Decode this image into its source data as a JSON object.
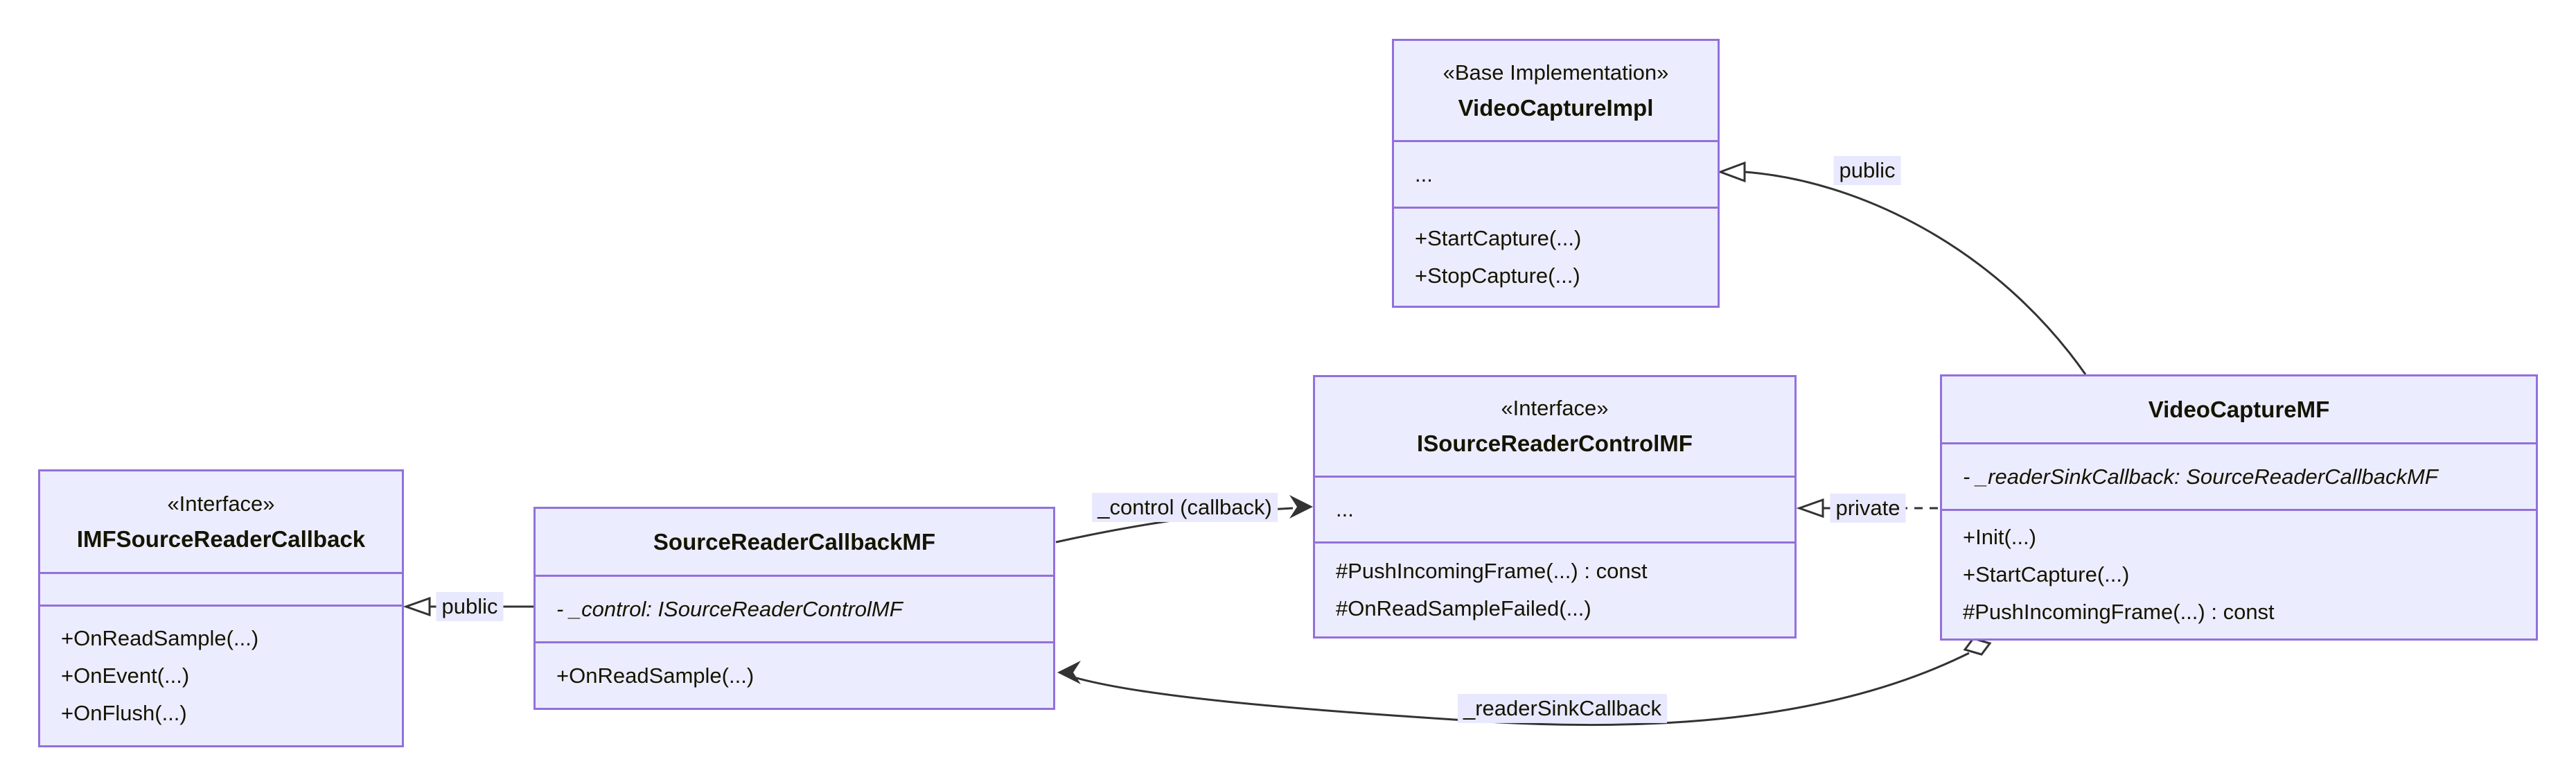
{
  "diagram": {
    "type": "uml-class-diagram",
    "classes": [
      {
        "id": "VideoCaptureImpl",
        "stereotype": "«Base Implementation»",
        "name": "VideoCaptureImpl",
        "attributes": [
          "..."
        ],
        "methods": [
          "+StartCapture(...)",
          "+StopCapture(...)"
        ]
      },
      {
        "id": "ISourceReaderControlMF",
        "stereotype": "«Interface»",
        "name": "ISourceReaderControlMF",
        "attributes": [
          "..."
        ],
        "methods": [
          "#PushIncomingFrame(...) : const",
          "#OnReadSampleFailed(...)"
        ]
      },
      {
        "id": "VideoCaptureMF",
        "stereotype": "",
        "name": "VideoCaptureMF",
        "attributes": [
          "- _readerSinkCallback: SourceReaderCallbackMF"
        ],
        "methods": [
          "+Init(...)",
          "+StartCapture(...)",
          "#PushIncomingFrame(...) : const"
        ]
      },
      {
        "id": "SourceReaderCallbackMF",
        "stereotype": "",
        "name": "SourceReaderCallbackMF",
        "attributes": [
          "- _control: ISourceReaderControlMF"
        ],
        "methods": [
          "+OnReadSample(...)"
        ]
      },
      {
        "id": "IMFSourceReaderCallback",
        "stereotype": "«Interface»",
        "name": "IMFSourceReaderCallback",
        "attributes": [],
        "methods": [
          "+OnReadSample(...)",
          "+OnEvent(...)",
          "+OnFlush(...)"
        ]
      }
    ],
    "edges": [
      {
        "from": "VideoCaptureMF",
        "to": "VideoCaptureImpl",
        "label": "public",
        "type": "inheritance"
      },
      {
        "from": "VideoCaptureMF",
        "to": "ISourceReaderControlMF",
        "label": "private",
        "type": "realization-dashed"
      },
      {
        "from": "SourceReaderCallbackMF",
        "to": "IMFSourceReaderCallback",
        "label": "public",
        "type": "inheritance"
      },
      {
        "from": "SourceReaderCallbackMF",
        "to": "ISourceReaderControlMF",
        "label": "_control (callback)",
        "type": "association"
      },
      {
        "from": "VideoCaptureMF",
        "to": "SourceReaderCallbackMF",
        "label": "_readerSinkCallback",
        "type": "aggregation"
      }
    ],
    "colors": {
      "box_fill": "#ECECFF",
      "box_border": "#9370DB",
      "edge": "#333333",
      "label_bg": "#E8E8FF",
      "text": "#141400"
    }
  }
}
